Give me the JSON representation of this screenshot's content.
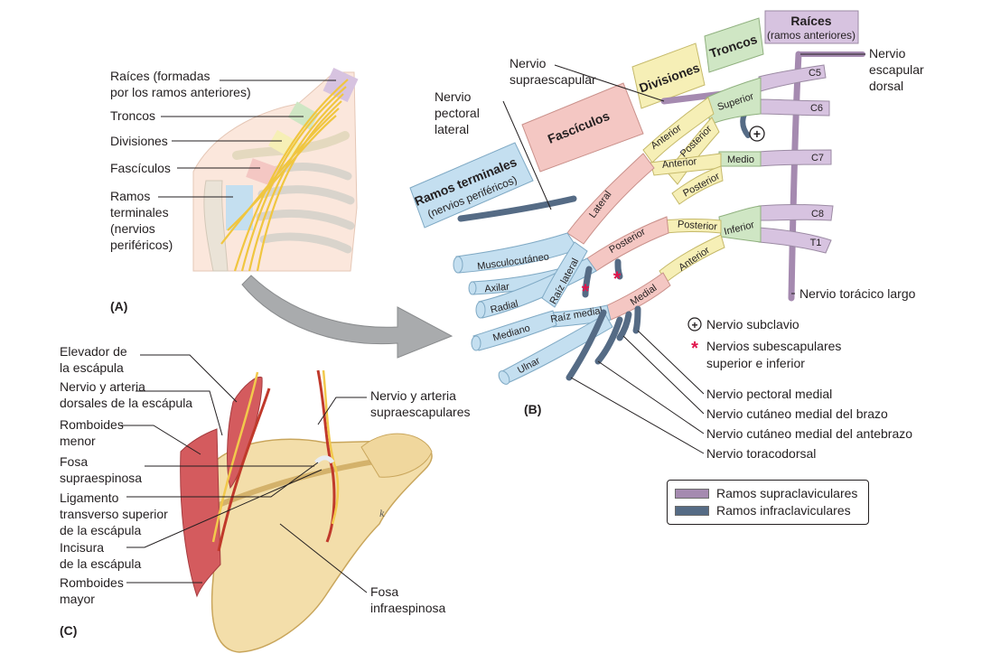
{
  "colors": {
    "roots": "#d7c3e0",
    "trunks": "#cfe6c4",
    "divisions": "#f6efb6",
    "cords": "#f4c7c3",
    "terminals": "#c4dff0",
    "supraclavicular": "#a58ab0",
    "infraclavicular": "#556b85"
  },
  "panel_a": {
    "label": "(A)",
    "roots_l1": "Raíces (formadas",
    "roots_l2": "por los ramos anteriores)",
    "trunks": "Troncos",
    "divisions": "Divisiones",
    "cords": "Fascículos",
    "terminal_l1": "Ramos",
    "terminal_l2": "terminales",
    "terminal_l3": "(nervios",
    "terminal_l4": "periféricos)"
  },
  "panel_b": {
    "label": "(B)",
    "headers": {
      "roots": "Raíces",
      "roots_sub": "(ramos anteriores)",
      "trunks": "Troncos",
      "divisions": "Divisiones",
      "cords": "Fascículos",
      "terminals": "Ramos terminales",
      "terminals_sub": "(nervios periféricos)"
    },
    "roots": [
      "C5",
      "C6",
      "C7",
      "C8",
      "T1"
    ],
    "trunks": {
      "superior": "Superior",
      "middle": "Medio",
      "inferior": "Inferior"
    },
    "divisions": {
      "anterior_sup": "Anterior",
      "posterior_sup": "Posterior",
      "anterior_mid": "Anterior",
      "posterior_mid": "Posterior",
      "posterior_inf": "Posterior",
      "anterior_inf": "Anterior"
    },
    "cords": {
      "lateral": "Lateral",
      "posterior": "Posterior",
      "medial": "Medial"
    },
    "roots_of_median": {
      "lateral": "Raíz lateral",
      "medial": "Raíz medial"
    },
    "terminals": {
      "musculocutaneous": "Musculocutáneo",
      "axillary": "Axilar",
      "radial": "Radial",
      "median": "Mediano",
      "ulnar": "Ulnar"
    },
    "nerves": {
      "suprascapular_l1": "Nervio",
      "suprascapular_l2": "supraescapular",
      "lateral_pectoral_l1": "Nervio",
      "lateral_pectoral_l2": "pectoral",
      "lateral_pectoral_l3": "lateral",
      "dorsal_scapular_l1": "Nervio",
      "dorsal_scapular_l2": "escapular",
      "dorsal_scapular_l3": "dorsal",
      "long_thoracic": "Nervio torácico largo",
      "subclavian": "Nervio subclavio",
      "subscapular_l1": "Nervios subescapulares",
      "subscapular_l2": "superior e inferior",
      "medial_pectoral": "Nervio pectoral medial",
      "medial_cut_arm": "Nervio cutáneo medial del brazo",
      "medial_cut_forearm": "Nervio cutáneo medial del antebrazo",
      "thoracodorsal": "Nervio toracodorsal"
    },
    "symbols": {
      "plus": "+",
      "star": "*"
    },
    "legend": {
      "supraclavicular": "Ramos supraclaviculares",
      "infraclavicular": "Ramos infraclaviculares"
    }
  },
  "panel_c": {
    "label": "(C)",
    "levator_l1": "Elevador de",
    "levator_l2": "la escápula",
    "dorsal_l1": "Nervio y arteria",
    "dorsal_l2": "dorsales de la escápula",
    "rhomb_minor_l1": "Romboides",
    "rhomb_minor_l2": "menor",
    "supraspinous_l1": "Fosa",
    "supraspinous_l2": "supraespinosa",
    "ligament_l1": "Ligamento",
    "ligament_l2": "transverso superior",
    "ligament_l3": "de la escápula",
    "notch_l1": "Incisura",
    "notch_l2": "de la escápula",
    "rhomb_major_l1": "Romboides",
    "rhomb_major_l2": "mayor",
    "suprascap_l1": "Nervio y arteria",
    "suprascap_l2": "supraescapulares",
    "infraspinous_l1": "Fosa",
    "infraspinous_l2": "infraespinosa",
    "signature": "k"
  }
}
